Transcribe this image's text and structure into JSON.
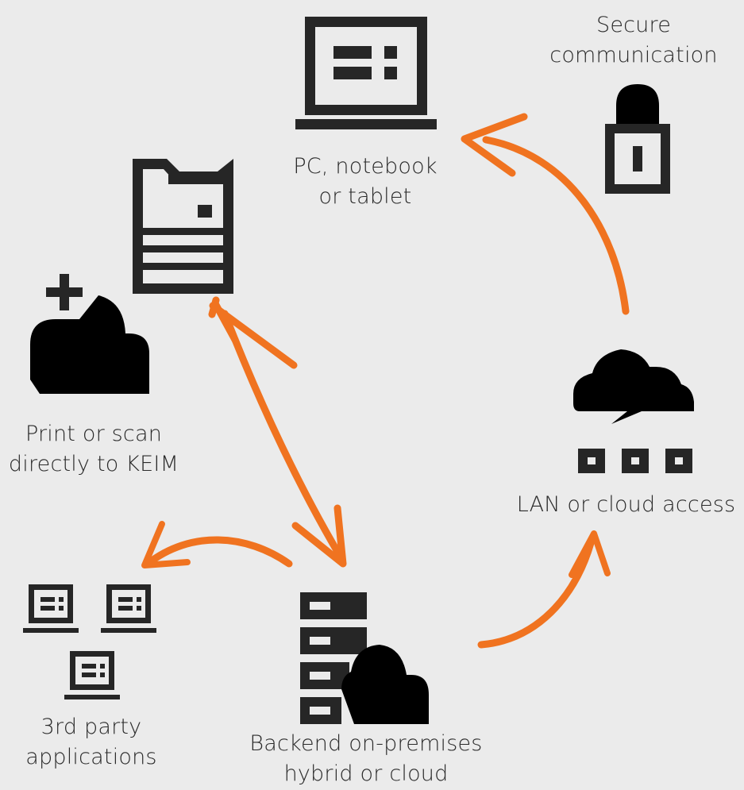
{
  "colors": {
    "accent": "#f07320",
    "ink": "#262626",
    "background": "#ebebeb"
  },
  "nodes": {
    "pc": {
      "icon": "laptop-icon",
      "lines": [
        "PC, notebook",
        "or tablet"
      ]
    },
    "secure": {
      "icon": "padlock-icon",
      "lines": [
        "Secure",
        "communication"
      ]
    },
    "mfp": {
      "icon": "multifunction-printer-icon"
    },
    "print_scan": {
      "icon": "cloud-plus-icon",
      "lines": [
        "Print or scan",
        "directly to KEIM"
      ]
    },
    "lan": {
      "icon": "cloud-network-icon",
      "lines": [
        "LAN or cloud access"
      ]
    },
    "third_party": {
      "icon": "laptops-icon",
      "lines": [
        "3rd party",
        "applications"
      ]
    },
    "backend": {
      "icon": "server-cloud-icon",
      "lines": [
        "Backend on-premises",
        "hybrid or cloud"
      ]
    }
  }
}
